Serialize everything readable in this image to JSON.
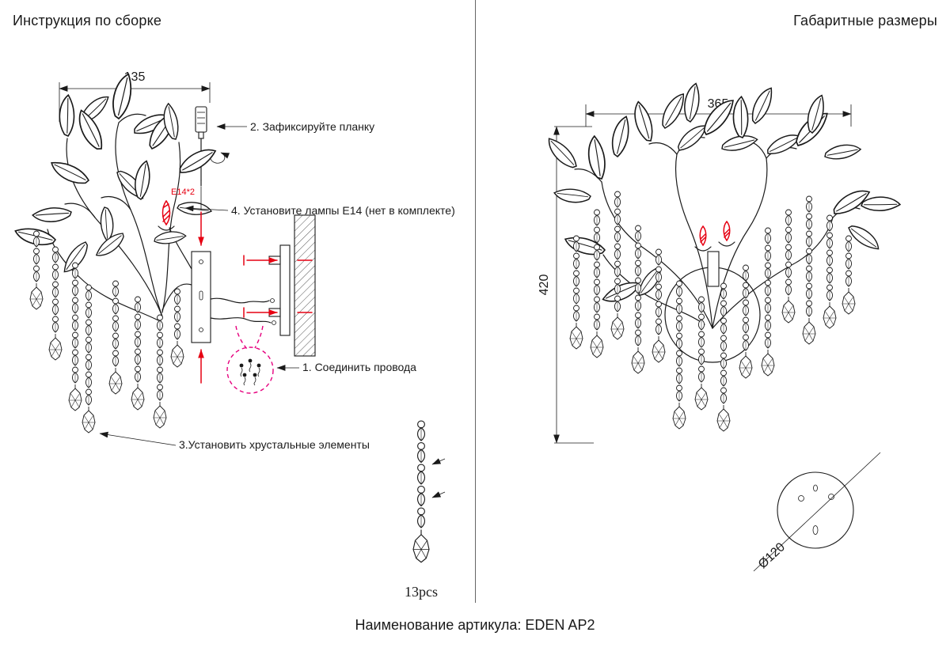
{
  "titles": {
    "left": "Инструкция по сборке",
    "right": "Габаритные размеры"
  },
  "footer": {
    "label": "Наименование артикула: EDEN AP2"
  },
  "assembly": {
    "dim_width": "135",
    "bulb_label": "E14*2",
    "steps": {
      "step1": "1. Соединить провода",
      "step2": "2. Зафиксируйте планку",
      "step3": "3.Установить хрустальные элементы",
      "step4": "4. Установите лампы Е14 (нет в комплекте)"
    },
    "crystal_count": "13pcs"
  },
  "overall": {
    "dim_width": "365",
    "dim_height": "420",
    "plate_diameter": "Ø120"
  },
  "colors": {
    "line": "#1a1a1a",
    "accent_red": "#e60012",
    "accent_magenta": "#e6007e"
  }
}
